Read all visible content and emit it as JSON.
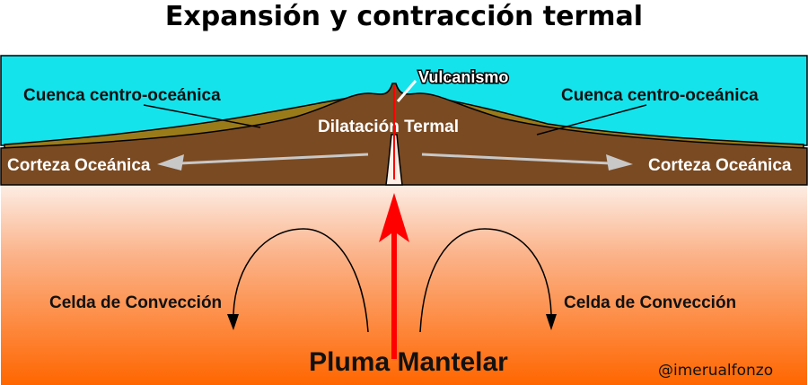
{
  "title": "Expansión y contracción termal",
  "labels": {
    "basin_left": "Cuenca centro-oceánica",
    "basin_right": "Cuenca centro-oceánica",
    "volcanism": "Vulcanismo",
    "thermal_dilation": "Dilatación Termal",
    "crust_left": "Corteza Oceánica",
    "crust_right": "Corteza Oceánica",
    "convection_left": "Celda de Convección",
    "convection_right": "Celda de Convección",
    "mantle_plume": "Pluma Mantelar",
    "credit": "@imerualfonzo"
  },
  "colors": {
    "ocean": "#14e3ec",
    "crust": "#7a4a22",
    "sediment": "#9a7b1a",
    "mantle_top": "#fde8dc",
    "mantle_bottom": "#ff6600",
    "plume_arrow": "#ff0000",
    "spread_arrow": "#c8c8c8"
  }
}
